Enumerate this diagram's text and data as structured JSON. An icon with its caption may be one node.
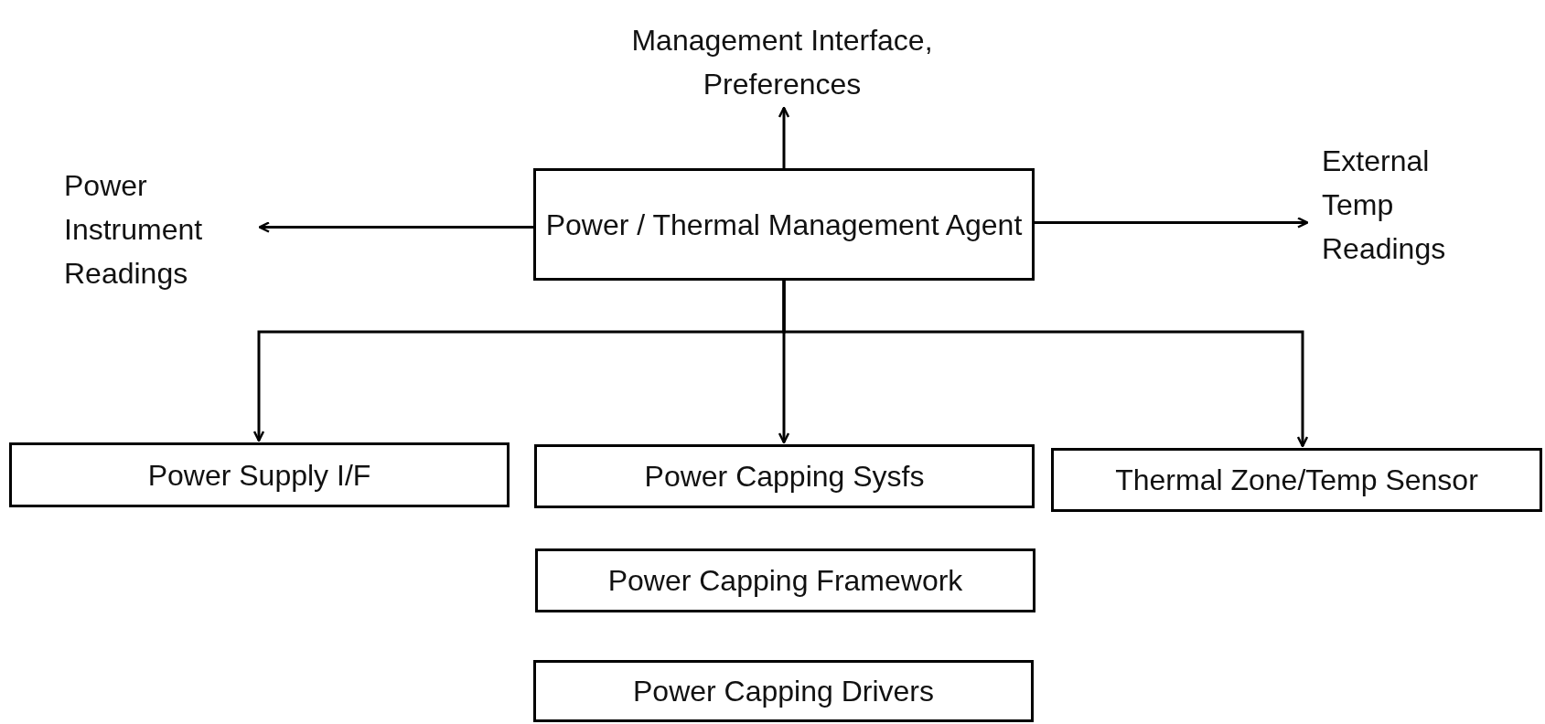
{
  "diagram": {
    "nodes": [
      {
        "text": [
          "Management Interface, Preferences"
        ]
      },
      {
        "text": [
          "Power Instrument Readings"
        ]
      },
      {
        "text": [
          "Power / Thermal Management Agent"
        ]
      },
      {
        "text": [
          "External Temp Readings"
        ]
      },
      {
        "text": [
          "Power Supply I/F"
        ]
      },
      {
        "text": [
          "Power Capping Sysfs"
        ]
      },
      {
        "text": [
          "Thermal Zone/Temp Sensor"
        ]
      },
      {
        "text": [
          "Power Capping Framework"
        ]
      },
      {
        "text": [
          "Power Capping Drivers"
        ]
      }
    ],
    "edges": [
      {
        "from": 2,
        "to": 0,
        "arrow": "to"
      },
      {
        "from": 2,
        "to": 1,
        "arrow": "to"
      },
      {
        "from": 2,
        "to": 3,
        "arrow": "to"
      },
      {
        "from": 2,
        "to": 4,
        "arrow": "to"
      },
      {
        "from": 2,
        "to": 5,
        "arrow": "to"
      },
      {
        "from": 2,
        "to": 6,
        "arrow": "to"
      }
    ]
  }
}
